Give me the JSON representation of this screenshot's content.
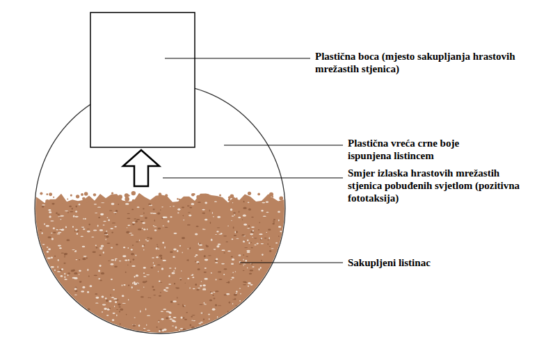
{
  "diagram": {
    "labels": [
      "Plastična boca (mjesto sakupljanja hrastovih mrežastih stjenica)",
      "Plastična vreća crne boje ispunjena listincem",
      "Smjer izlaska hrastovih mrežastih stjenica pobuđenih svjetlom (pozitivna fototaksija)",
      "Sakupljeni listinac"
    ]
  }
}
